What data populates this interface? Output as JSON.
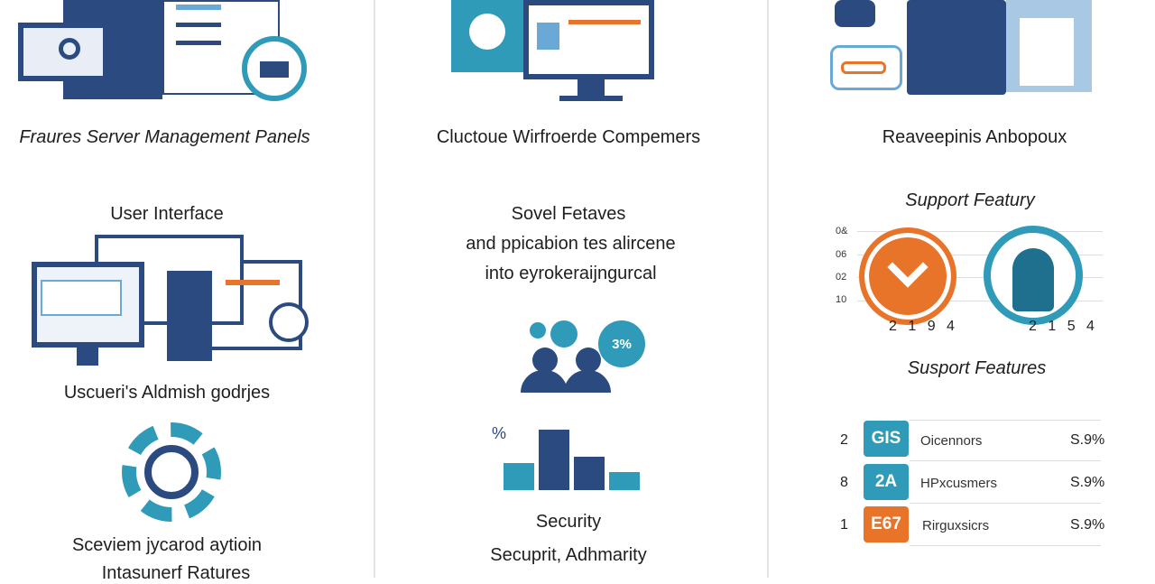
{
  "colors": {
    "navy": "#2b4a80",
    "teal": "#2f9bb8",
    "orange": "#e8742a",
    "light_blue": "#6aa8d6"
  },
  "left": {
    "title": "Fraures Server Management Panels",
    "section1": "User Interface",
    "section2": "Uscueri's Aldmish godrjes",
    "section3": "Sceviem jycarod aytioin",
    "section4": "Intasunerf Ratures"
  },
  "middle": {
    "title": "Cluctoue Wirfroerde Compemers",
    "lines": [
      "Sovel Fetaves",
      "and ppicabion tes alircene",
      "into eyrokeraijngurcal"
    ],
    "bubble": "3%",
    "chart_mark": "%",
    "bars": [
      0.45,
      1.0,
      0.55,
      0.3
    ],
    "section1": "Security",
    "section2": "Secuprit, Adhmarity"
  },
  "right": {
    "title": "Reaveepinis Anbopoux",
    "support_title": "Support Featury",
    "axis_labels": [
      "0&",
      "06",
      "02",
      "10"
    ],
    "circle1_numbers": "2 1 9 4",
    "circle2_numbers": "2 1 5 4",
    "features_title": "Susport Features",
    "rows": [
      {
        "rank": "2",
        "badge": "GIS",
        "badge_color": "#2f9bb8",
        "label": "Oicennors",
        "value": "S.9%"
      },
      {
        "rank": "8",
        "badge": "2A",
        "badge_color": "#2f9bb8",
        "label": "HPxcusmers",
        "value": "S.9%"
      },
      {
        "rank": "1",
        "badge": "E67",
        "badge_color": "#e8742a",
        "label": "Rirguxsicrs",
        "value": "S.9%"
      }
    ]
  }
}
